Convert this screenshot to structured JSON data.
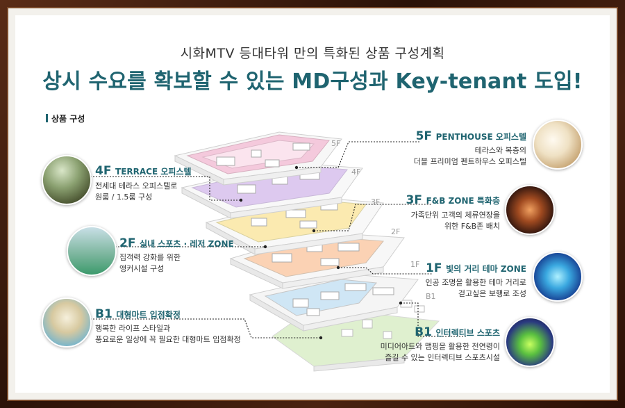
{
  "header": {
    "subtitle": "시화MTV 등대타워 만의 특화된 상품 구성계획",
    "headline": "상시 수요를 확보할 수 있는 MD구성과 Key-tenant 도입!"
  },
  "section_label": "상품 구성",
  "floor_labels": [
    "5F",
    "4F",
    "3F",
    "2F",
    "1F",
    "B1"
  ],
  "left_items": [
    {
      "floor": "4F",
      "name": "TERRACE 오피스텔",
      "desc": [
        "전세대 테라스 오피스텔로",
        "원룸 / 1.5룸 구성"
      ]
    },
    {
      "floor": "2F",
      "name": "실내 스포츠 · 레저 ZONE",
      "desc": [
        "집객력 강화를 위한",
        "앵커시설 구성"
      ]
    },
    {
      "floor": "B1",
      "name": "대형마트 입점확정",
      "desc": [
        "행복한 라이프 스타일과",
        "풍요로운 일상에 꼭 필요한 대형마트 입점확정"
      ]
    }
  ],
  "right_items": [
    {
      "floor": "5F",
      "name": "PENTHOUSE 오피스텔",
      "desc": [
        "테라스와 복층의",
        "더블 프리미엄 펜트하우스 오피스텔"
      ]
    },
    {
      "floor": "3F",
      "name": "F&B ZONE 특화층",
      "desc": [
        "가족단위 고객의 체류연장을",
        "위한 F&B존 배치"
      ]
    },
    {
      "floor": "1F",
      "name": "빛의 거리 테마 ZONE",
      "desc": [
        "인공 조명을 활용한 테마 거리로",
        "걷고싶은 보행로 조성"
      ]
    },
    {
      "floor": "B1",
      "name": "인터렉티브 스포츠",
      "desc": [
        "미디어아트와 맵핑을 활용한 전연령이",
        "즐길 수 있는 인터렉티브 스포츠시설"
      ]
    }
  ],
  "colors": {
    "accent": "#1f6470",
    "floor_5f": "#f4c9dc",
    "floor_4f": "#ddc9ef",
    "floor_3f": "#fbeab0",
    "floor_2f": "#fbd2b4",
    "floor_1f": "#cfe6f5",
    "floor_b1": "#dff0cf"
  }
}
